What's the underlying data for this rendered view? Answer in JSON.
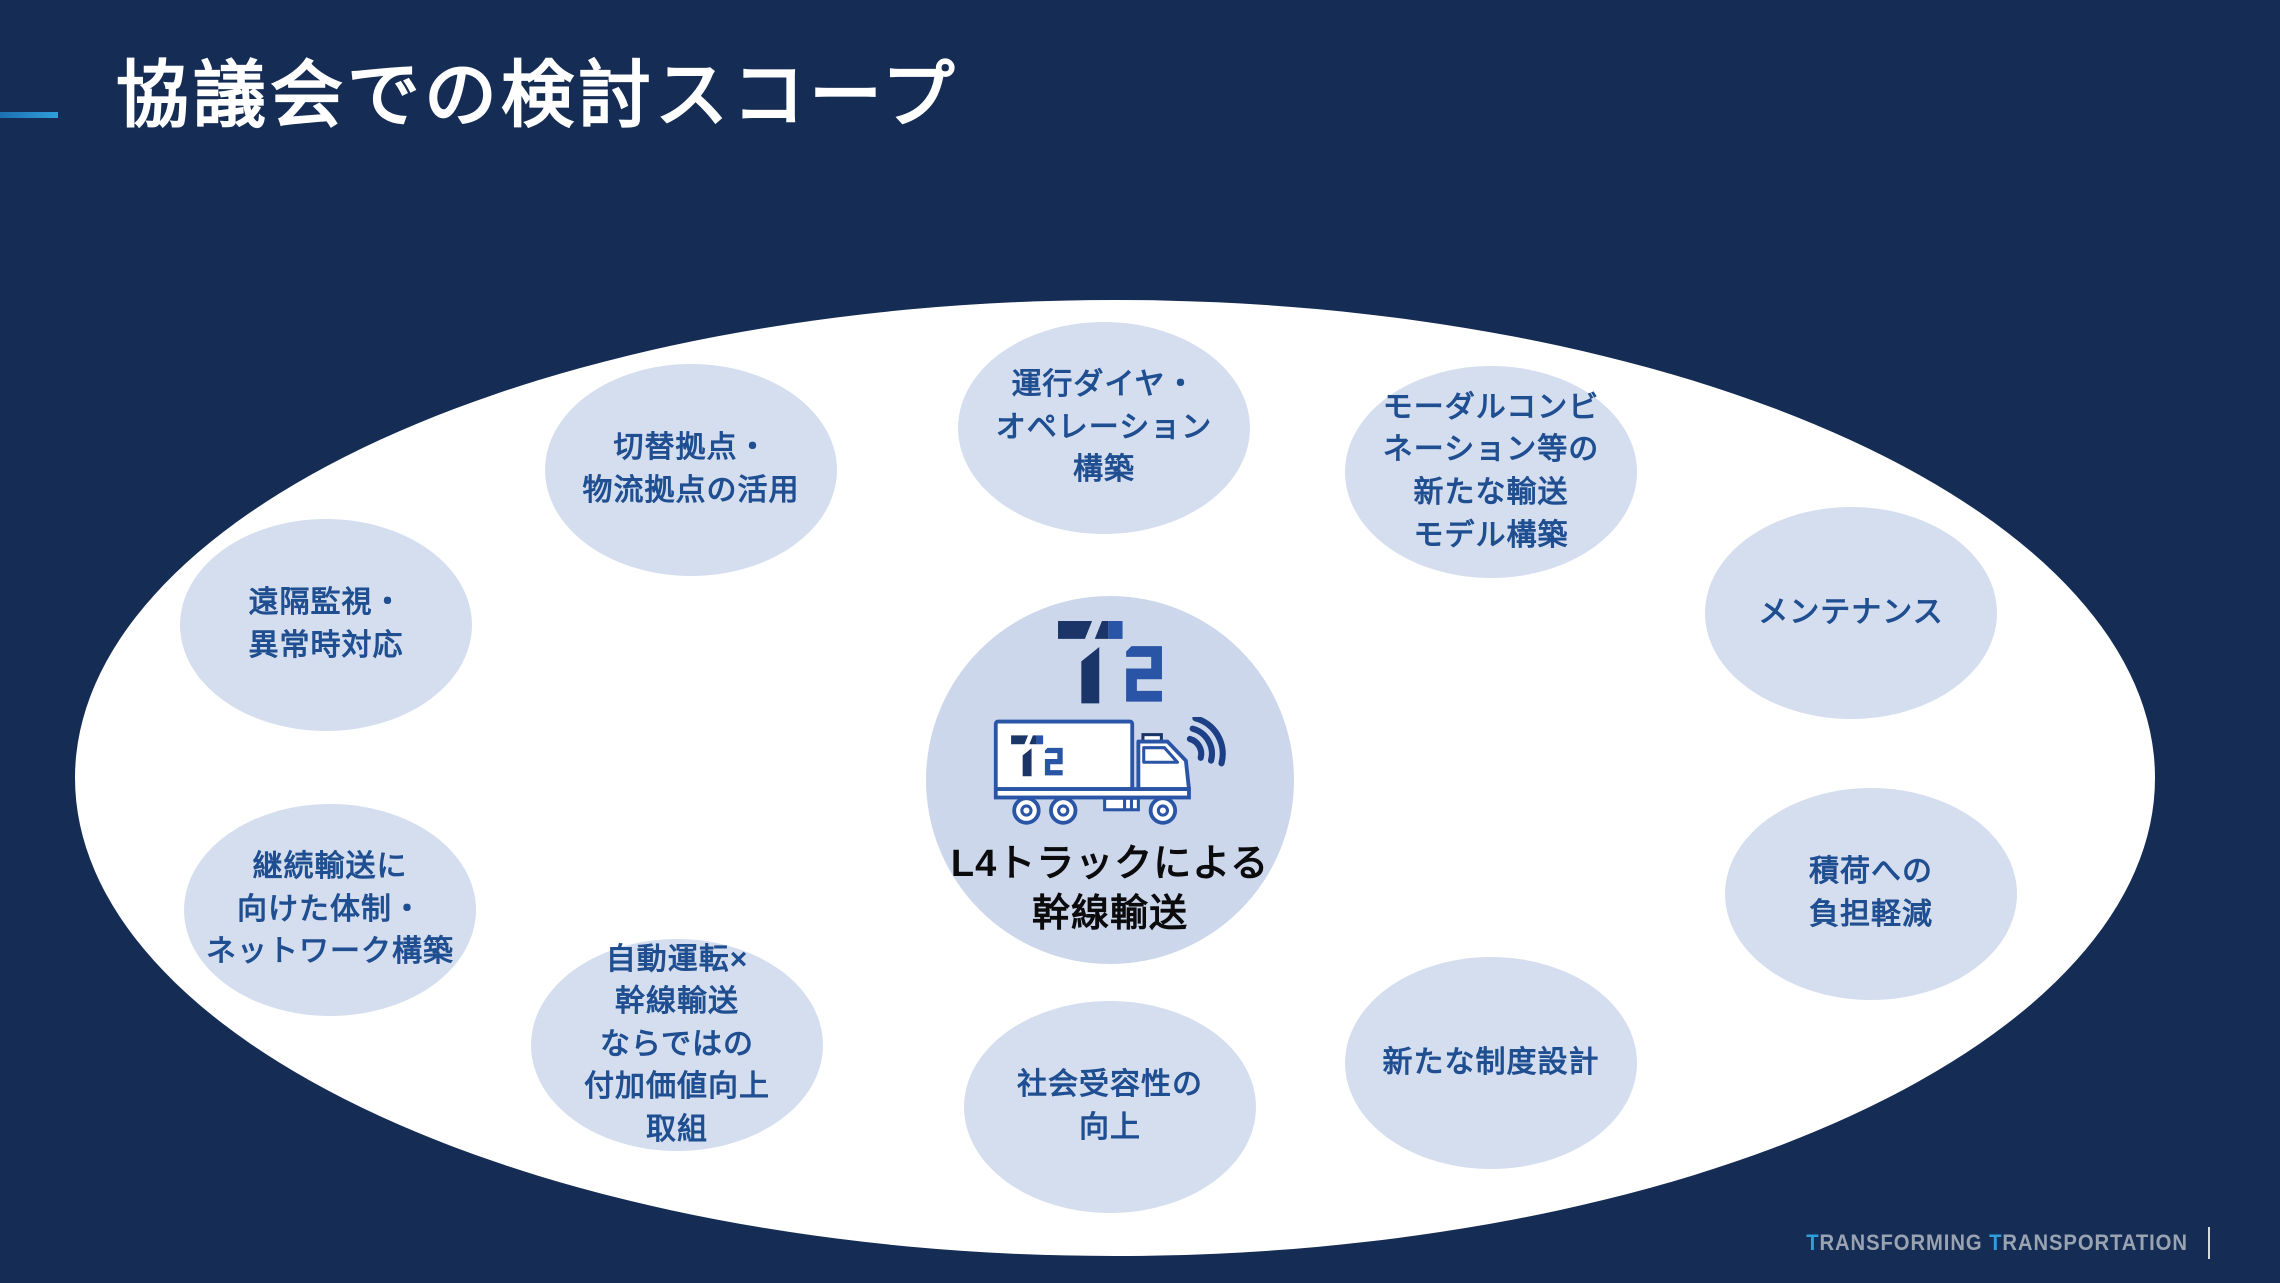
{
  "title": "協議会での検討スコープ",
  "center": {
    "label": "L4トラックによる\n幹線輸送",
    "icons": [
      "t2-logo",
      "autonomous-truck",
      "wireless-signal"
    ]
  },
  "nodes": [
    {
      "label": "切替拠点・\n物流拠点の活用"
    },
    {
      "label": "運行ダイヤ・\nオペレーション\n構築"
    },
    {
      "label": "モーダルコンビ\nネーション等の\n新たな輸送\nモデル構築"
    },
    {
      "label": "メンテナンス"
    },
    {
      "label": "遠隔監視・\n異常時対応"
    },
    {
      "label": "継続輸送に\n向けた体制・\nネットワーク構築"
    },
    {
      "label": "自動運転×\n幹線輸送\nならではの\n付加価値向上\n取組"
    },
    {
      "label": "社会受容性の\n向上"
    },
    {
      "label": "新たな制度設計"
    },
    {
      "label": "積荷への\n負担軽減"
    }
  ],
  "footer": {
    "word1_initial": "T",
    "word1_rest": "RANSFORMING ",
    "word2_initial": "T",
    "word2_rest": "RANSPORTATION"
  },
  "colors": {
    "background_navy": "#152C54",
    "ellipse_white": "#FFFFFF",
    "node_fill": "#D5DEEF",
    "node_text": "#1F4E91",
    "center_fill": "#CCD7EC",
    "title_text": "#FFFFFF",
    "accent_blue": "#2F9FDB",
    "footer_gray": "#9AA3B1",
    "logo_navy": "#1C3568",
    "logo_blue": "#2A54A5"
  }
}
